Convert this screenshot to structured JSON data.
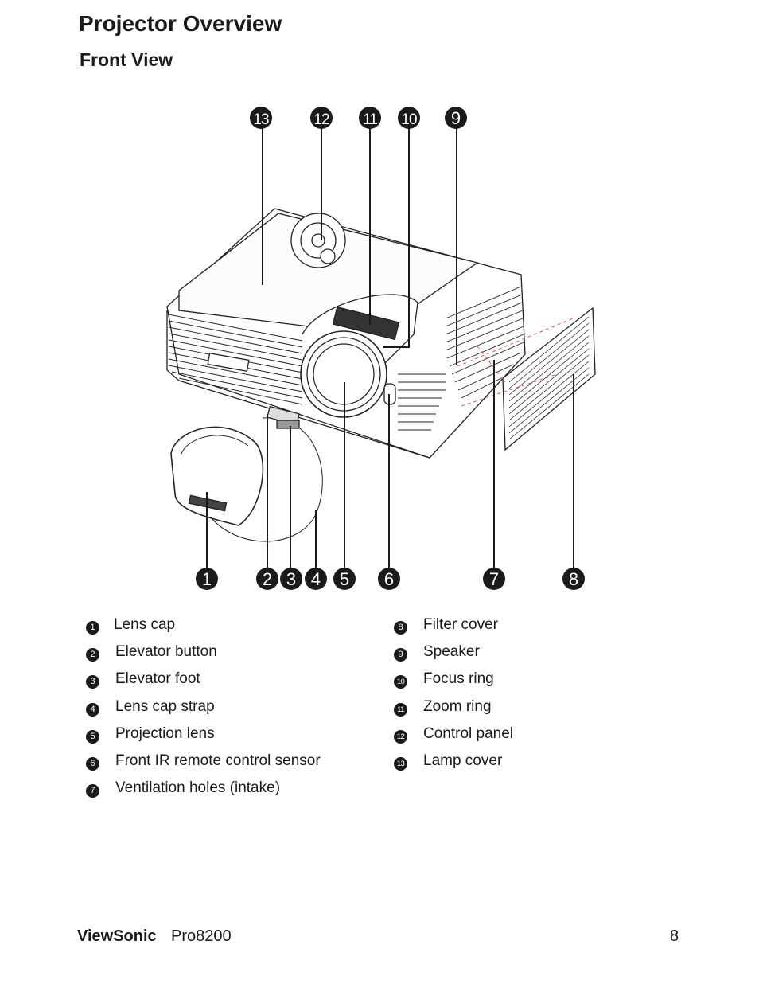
{
  "page": {
    "title": "Projector Overview",
    "section": "Front View"
  },
  "callouts": {
    "c1": "1",
    "c2": "2",
    "c3": "3",
    "c4": "4",
    "c5": "5",
    "c6": "6",
    "c7": "7",
    "c8": "8",
    "c9": "9",
    "c10": "10",
    "c11": "11",
    "c12": "12",
    "c13": "13"
  },
  "legend_left": [
    {
      "num": "1",
      "label": "Lens cap"
    },
    {
      "num": "2",
      "label": "Elevator button"
    },
    {
      "num": "3",
      "label": "Elevator foot"
    },
    {
      "num": "4",
      "label": "Lens cap strap"
    },
    {
      "num": "5",
      "label": "Projection lens"
    },
    {
      "num": "6",
      "label": "Front IR remote control sensor"
    },
    {
      "num": "7",
      "label": "Ventilation holes (intake)"
    }
  ],
  "legend_right": [
    {
      "num": "8",
      "label": "Filter cover"
    },
    {
      "num": "9",
      "label": "Speaker"
    },
    {
      "num": "10",
      "label": "Focus ring"
    },
    {
      "num": "11",
      "label": "Zoom ring"
    },
    {
      "num": "12",
      "label": "Control panel"
    },
    {
      "num": "13",
      "label": "Lamp cover"
    }
  ],
  "footer": {
    "brand": "ViewSonic",
    "model": "Pro8200",
    "page_number": "8"
  }
}
